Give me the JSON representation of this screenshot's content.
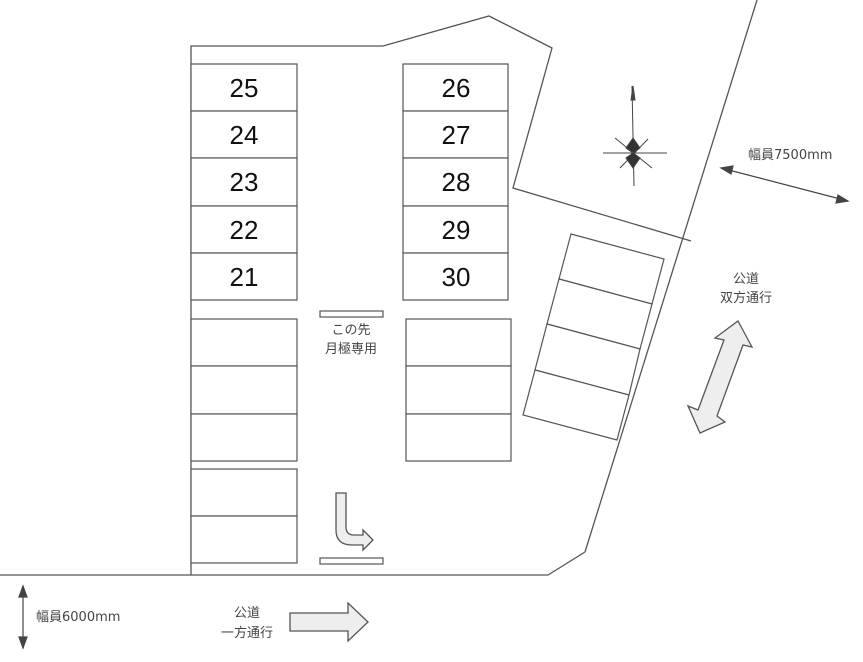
{
  "slots": {
    "left_numbered": [
      "25",
      "24",
      "23",
      "22",
      "21"
    ],
    "right_numbered": [
      "26",
      "27",
      "28",
      "29",
      "30"
    ]
  },
  "labels": {
    "monthly_line1": "この先",
    "monthly_line2": "月極専用",
    "road_right_width": "幅員7500mm",
    "road_right_line1": "公道",
    "road_right_line2": "双方通行",
    "road_bottom_width": "幅員6000mm",
    "road_bottom_line1": "公道",
    "road_bottom_line2": "一方通行"
  },
  "icons": {
    "compass": "compass-icon",
    "entry_arrow": "entry-turn-arrow-icon",
    "two_way_arrow": "two-way-arrow-icon",
    "one_way_arrow": "one-way-arrow-icon",
    "width_dim": "dimension-arrow-icon"
  },
  "colors": {
    "line": "#555555",
    "arrow_fill": "#eeeeee",
    "text": "#111111"
  }
}
